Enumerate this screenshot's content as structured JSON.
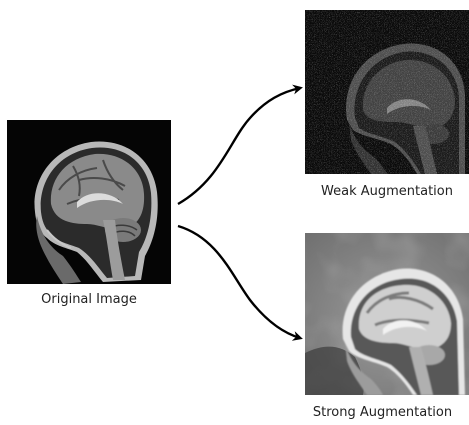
{
  "panels": {
    "original": {
      "caption": "Original Image"
    },
    "weak": {
      "caption": "Weak Augmentation"
    },
    "strong": {
      "caption": "Strong Augmentation"
    }
  },
  "icons": [
    "brain-mri-original-icon",
    "brain-mri-weak-icon",
    "brain-mri-strong-icon",
    "arrow-to-weak-icon",
    "arrow-to-strong-icon"
  ],
  "colors": {
    "background": "#ffffff",
    "arrow": "#000000",
    "caption": "#222222"
  }
}
